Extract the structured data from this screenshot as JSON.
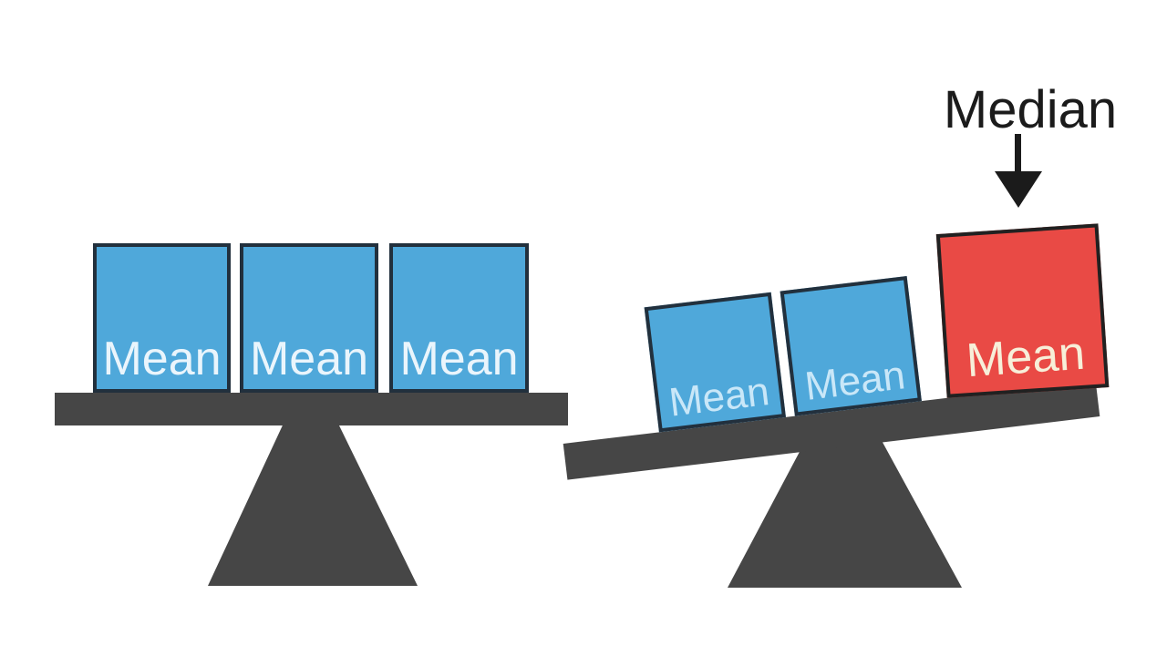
{
  "colors": {
    "box_blue": "#4fa8da",
    "box_red": "#e94a45",
    "scale_gray": "#464646",
    "blue_box_border": "#22303d",
    "red_box_border": "#212121",
    "mean_label_left": "#eaf5fc",
    "mean_label_right": "#c9e7f8",
    "mean_label_outlier": "#f7efd9",
    "median_text": "#1b1b1b",
    "background": "#ffffff"
  },
  "left_scale": {
    "boxes": [
      {
        "label": "Mean"
      },
      {
        "label": "Mean"
      },
      {
        "label": "Mean"
      }
    ]
  },
  "right_scale": {
    "boxes": [
      {
        "label": "Mean"
      },
      {
        "label": "Mean"
      }
    ],
    "outlier_box": {
      "label": "Mean"
    }
  },
  "annotation": {
    "label": "Median",
    "arrow_icon": "down-arrow"
  }
}
